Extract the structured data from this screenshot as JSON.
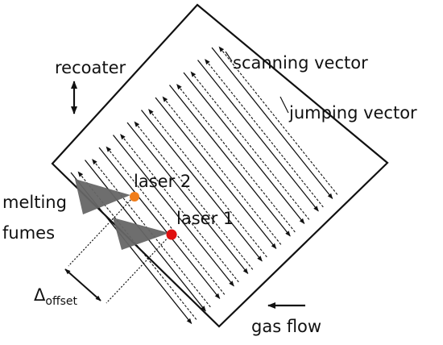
{
  "labels": {
    "recoater": "recoater",
    "scanning_vector": "scanning vector",
    "jumping_vector": "jumping vector",
    "laser_2": "laser 2",
    "laser_1": "laser 1",
    "melting": "melting",
    "fumes": "fumes",
    "offset_symbol": "Δ",
    "offset_subscript": "offset",
    "gas_flow": "gas flow"
  },
  "colors": {
    "stroke": "#111111",
    "laser_2": "#f07d1a",
    "laser_1": "#e01010",
    "fume": "#666666"
  },
  "icons": {
    "recoater_arrow": "double-vertical-arrow-icon",
    "gas_flow_arrow": "left-arrow-icon"
  },
  "diagram": {
    "scan_line_count": 11
  }
}
